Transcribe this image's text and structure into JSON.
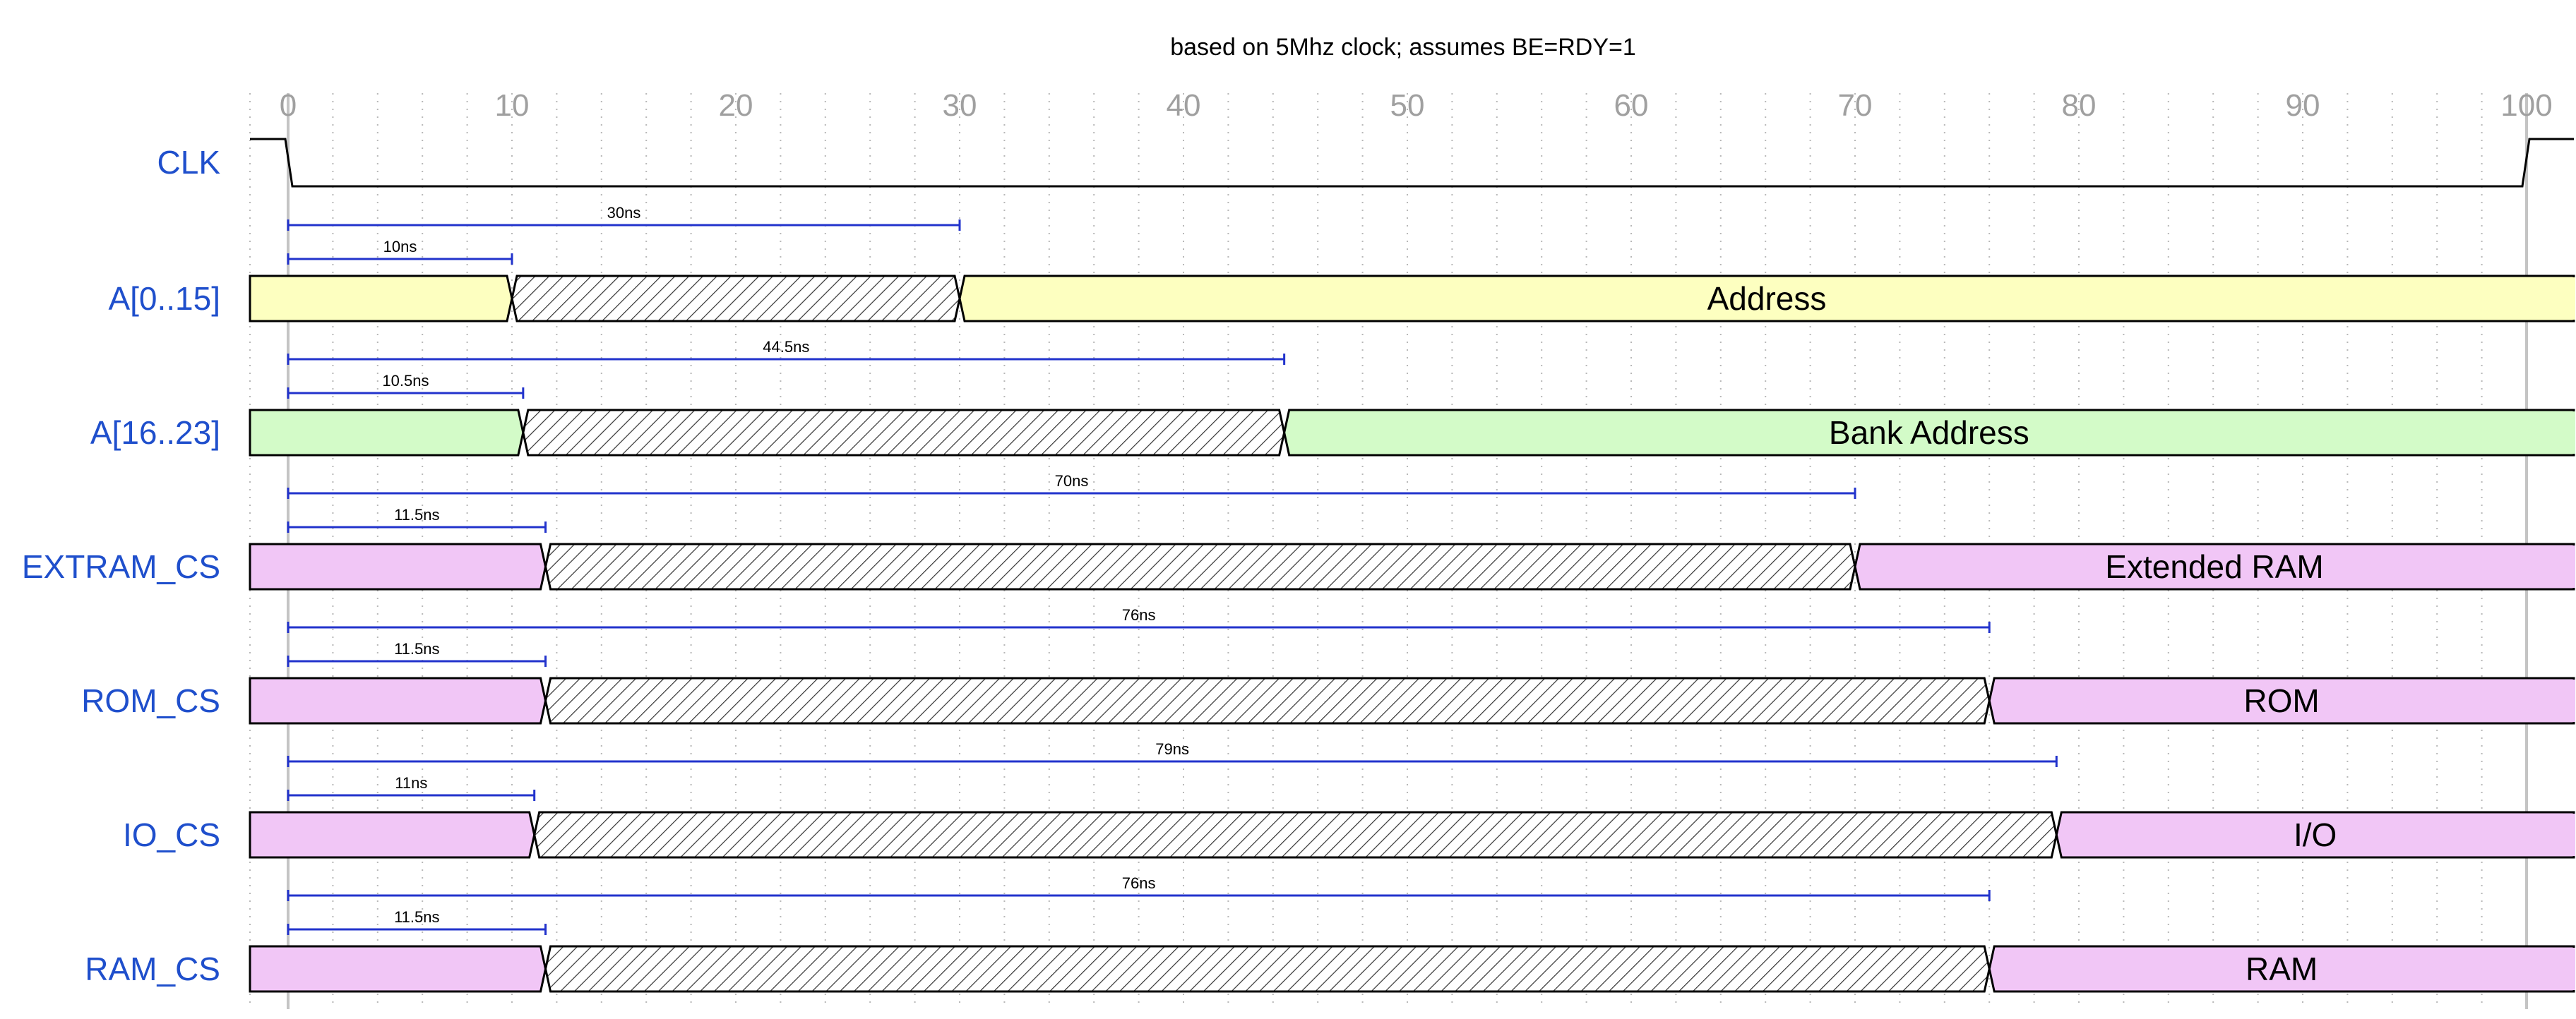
{
  "title": "based on 5Mhz clock; assumes BE=RDY=1",
  "colors": {
    "signal_label": "#1f4fcc",
    "tick_label": "#a0a0a0",
    "measurement": "#2233cc",
    "outline": "#000000",
    "grid": "#b8b8b8"
  },
  "axis": {
    "range": [
      0,
      100
    ],
    "ticks": [
      0,
      10,
      20,
      30,
      40,
      50,
      60,
      70,
      80,
      90,
      100
    ],
    "tick_labels": [
      "0",
      "10",
      "20",
      "30",
      "40",
      "50",
      "60",
      "70",
      "80",
      "90",
      "100"
    ]
  },
  "clock": {
    "name": "CLK",
    "high_until": 0,
    "high_from": 100
  },
  "signals": [
    {
      "name": "A[0..15]",
      "color": "#fdffc0",
      "valid_from": 10,
      "settled_at": 30,
      "value_label": "Address",
      "measurements": [
        {
          "label": "30ns",
          "from": 0,
          "to": 30
        },
        {
          "label": "10ns",
          "from": 0,
          "to": 10
        }
      ]
    },
    {
      "name": "A[16..23]",
      "color": "#d3fbc8",
      "valid_from": 10.5,
      "settled_at": 44.5,
      "value_label": "Bank Address",
      "measurements": [
        {
          "label": "44.5ns",
          "from": 0,
          "to": 44.5
        },
        {
          "label": "10.5ns",
          "from": 0,
          "to": 10.5
        }
      ]
    },
    {
      "name": "EXTRAM_CS",
      "color": "#f1c6f6",
      "valid_from": 11.5,
      "settled_at": 70,
      "value_label": "Extended RAM",
      "measurements": [
        {
          "label": "70ns",
          "from": 0,
          "to": 70
        },
        {
          "label": "11.5ns",
          "from": 0,
          "to": 11.5
        }
      ]
    },
    {
      "name": "ROM_CS",
      "color": "#f1c6f6",
      "valid_from": 11.5,
      "settled_at": 76,
      "value_label": "ROM",
      "measurements": [
        {
          "label": "76ns",
          "from": 0,
          "to": 76
        },
        {
          "label": "11.5ns",
          "from": 0,
          "to": 11.5
        }
      ]
    },
    {
      "name": "IO_CS",
      "color": "#f1c6f6",
      "valid_from": 11,
      "settled_at": 79,
      "value_label": "I/O",
      "measurements": [
        {
          "label": "79ns",
          "from": 0,
          "to": 79
        },
        {
          "label": "11ns",
          "from": 0,
          "to": 11
        }
      ]
    },
    {
      "name": "RAM_CS",
      "color": "#f1c6f6",
      "valid_from": 11.5,
      "settled_at": 76,
      "value_label": "RAM",
      "measurements": [
        {
          "label": "76ns",
          "from": 0,
          "to": 76
        },
        {
          "label": "11.5ns",
          "from": 0,
          "to": 11.5
        }
      ]
    }
  ]
}
